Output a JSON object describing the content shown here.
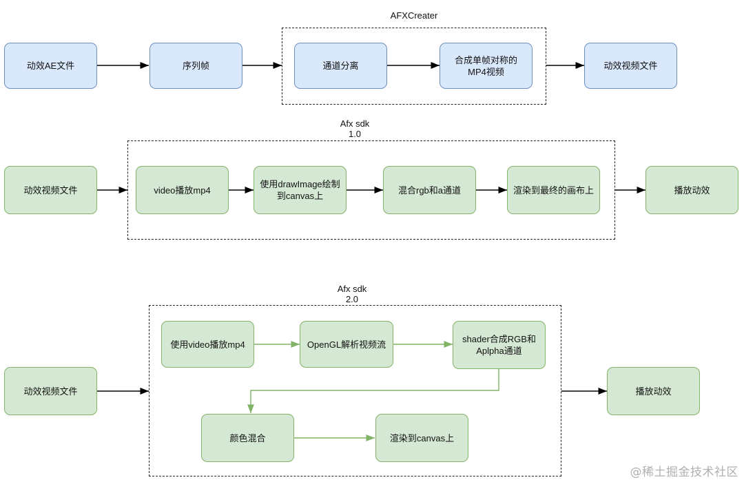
{
  "row1": {
    "group_label": "AFXCreater",
    "nodes": [
      "动效AE文件",
      "序列帧",
      "通道分离",
      "合成单帧对称的MP4视频",
      "动效视频文件"
    ]
  },
  "row2": {
    "group_label": "Afx sdk\n1.0",
    "nodes": [
      "动效视频文件",
      "video播放mp4",
      "使用drawImage绘制到canvas上",
      "混合rgb和a通道",
      "渲染到最终的画布上",
      "播放动效"
    ]
  },
  "row3": {
    "group_label": "Afx sdk\n2.0",
    "nodes": [
      "动效视频文件",
      "使用video播放mp4",
      "OpenGL解析视频流",
      "shader合成RGB和Aplpha通道",
      "颜色混合",
      "渲染到canvas上",
      "播放动效"
    ]
  },
  "watermark": "@稀土掘金技术社区",
  "colors": {
    "blue_fill": "#dae8fc",
    "blue_stroke": "#6c8ebf",
    "green_fill": "#d5e8d4",
    "green_stroke": "#82b366",
    "arrow_black": "#000000",
    "arrow_green": "#82b366"
  }
}
